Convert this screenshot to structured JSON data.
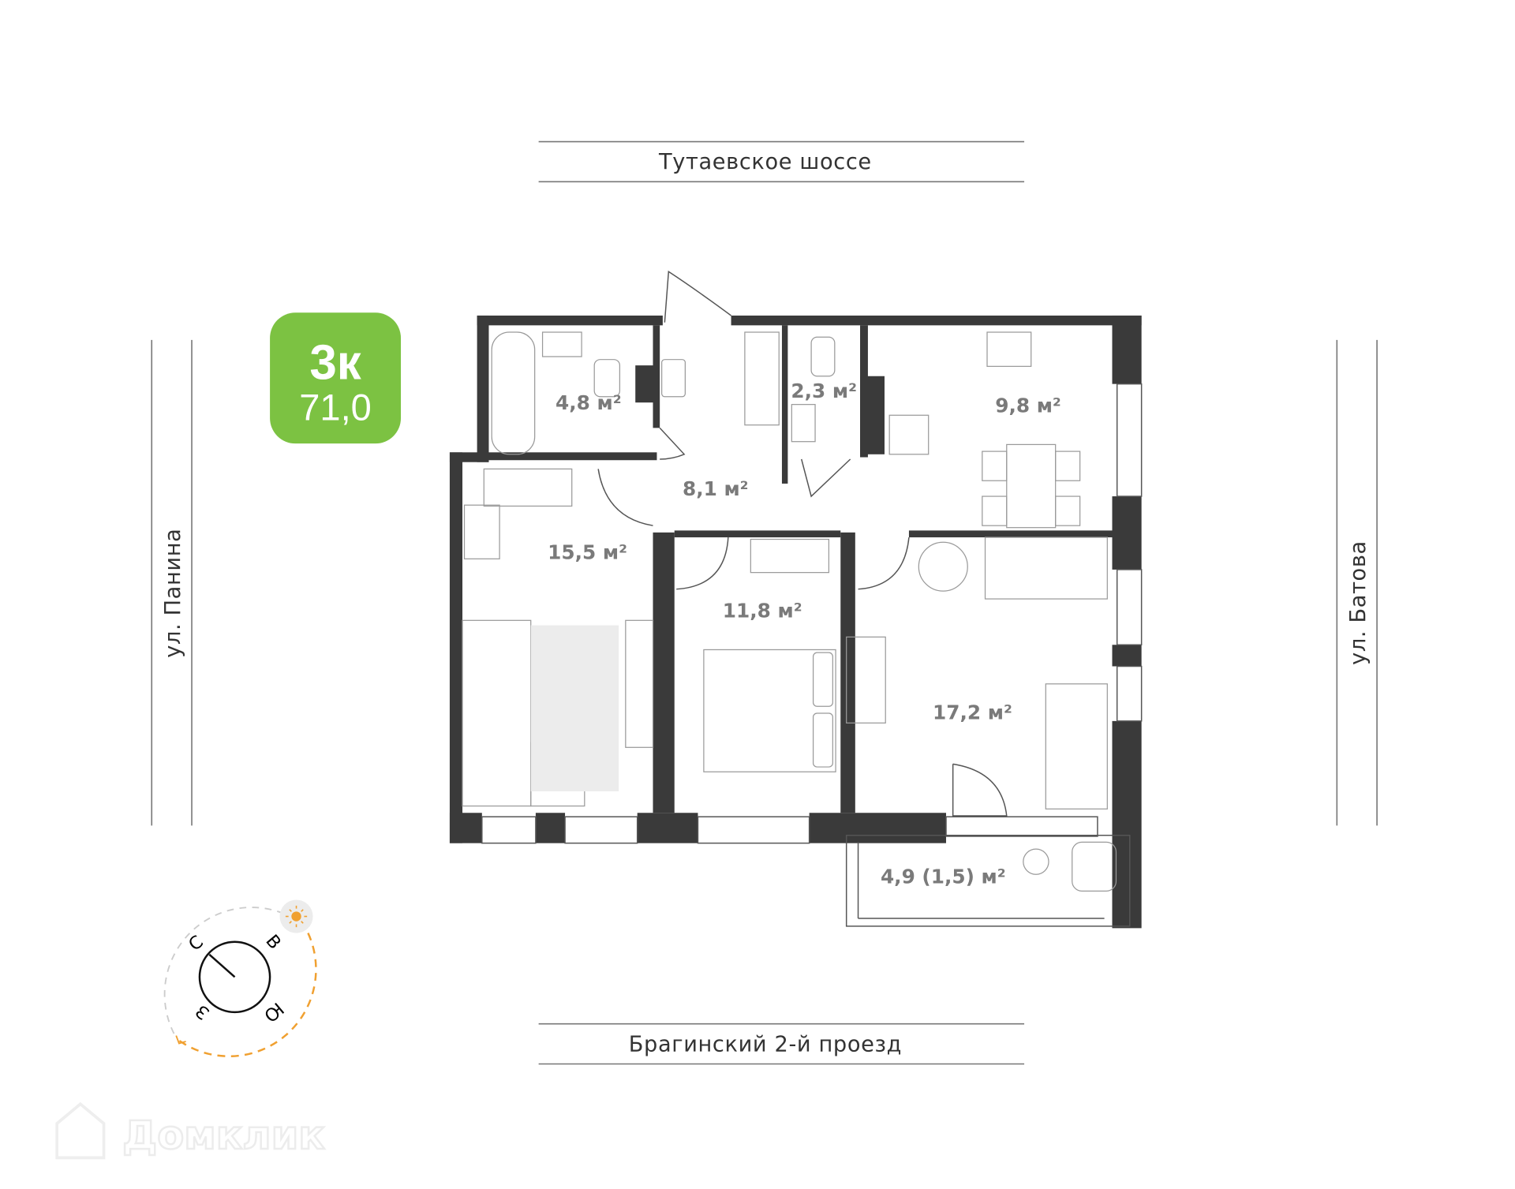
{
  "streets": {
    "top": "Тутаевское шоссе",
    "bottom": "Брагинский 2-й проезд",
    "left": "ул. Панина",
    "right": "ул. Батова"
  },
  "badge": {
    "rooms": "3к",
    "total_area": "71,0",
    "color": "#7cc242"
  },
  "rooms": [
    {
      "label": "4,8 м²"
    },
    {
      "label": "2,3 м²"
    },
    {
      "label": "9,8 м²"
    },
    {
      "label": "8,1 м²"
    },
    {
      "label": "15,5 м²"
    },
    {
      "label": "11,8 м²"
    },
    {
      "label": "17,2 м²"
    },
    {
      "label": "4,9 (1,5) м²"
    }
  ],
  "compass": {
    "north": "С",
    "east": "В",
    "south": "Ю",
    "west": "З",
    "sun_color": "#f0a030",
    "icon": "sun-icon"
  },
  "watermark": "Домклик"
}
